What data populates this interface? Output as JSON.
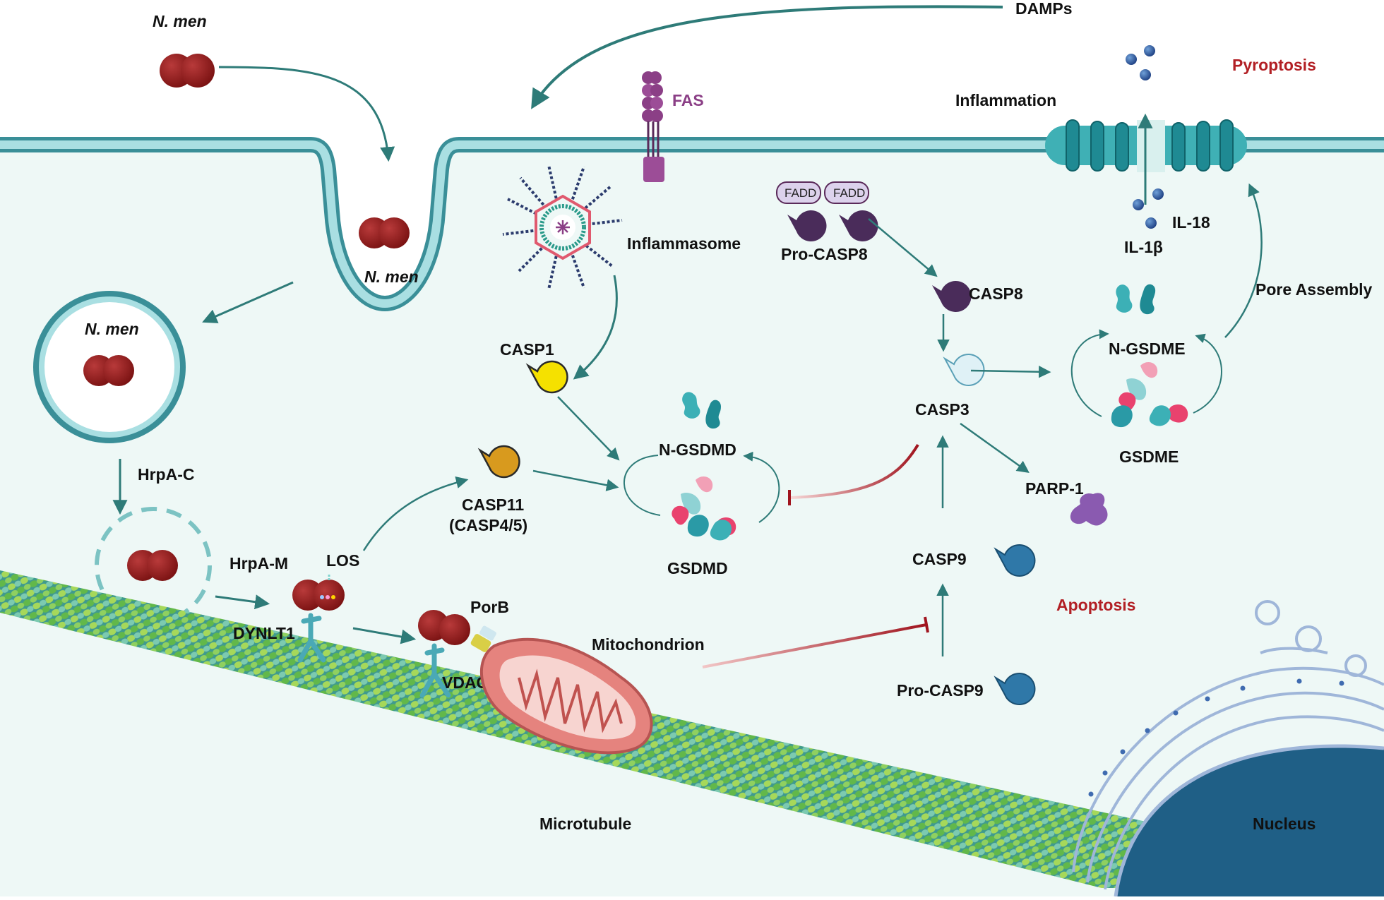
{
  "colors": {
    "cytoplasm": "#eef8f6",
    "membrane": "#5fb6bf",
    "arrow": "#2e7b78",
    "inhibit": "#a0141e",
    "bacterium": "#8e1b1b",
    "casp_dark": "#4a2c5a",
    "casp_yellow": "#f5e100",
    "casp_orange": "#d89a1e",
    "casp_blue": "#2f78a8",
    "mito": "#e5837e",
    "microtubule": "#8cc63f",
    "nucleus": "#1f5f86",
    "title_red": "#b21f24",
    "fas_purple": "#8b3f86"
  },
  "labels": {
    "n_men_top": "N. men",
    "n_men_pocket": "N. men",
    "n_men_vesicle": "N. men",
    "damps": "DAMPs",
    "pyroptosis": "Pyroptosis",
    "inflammation": "Inflammation",
    "fas": "FAS",
    "fadd_left": "FADD",
    "fadd_right": "FADD",
    "pro_casp8": "Pro-CASP8",
    "casp8": "CASP8",
    "casp3": "CASP3",
    "inflammasome": "Inflammasome",
    "casp1": "CASP1",
    "casp11_line1": "CASP11",
    "casp11_line2": "(CASP4/5)",
    "n_gsdmd": "N-GSDMD",
    "gsdmd": "GSDMD",
    "n_gsdme": "N-GSDME",
    "gsdme": "GSDME",
    "pore_assembly": "Pore Assembly",
    "il18": "IL-18",
    "il1b": "IL-1β",
    "parp1": "PARP-1",
    "casp9": "CASP9",
    "pro_casp9": "Pro-CASP9",
    "apoptosis": "Apoptosis",
    "hrpa_c": "HrpA-C",
    "hrpa_m": "HrpA-M",
    "los": "LOS",
    "dynlt1": "DYNLT1",
    "porb": "PorB",
    "vdac": "VDAC",
    "mitochondrion": "Mitochondrion",
    "microtubule": "Microtubule",
    "nucleus": "Nucleus"
  }
}
